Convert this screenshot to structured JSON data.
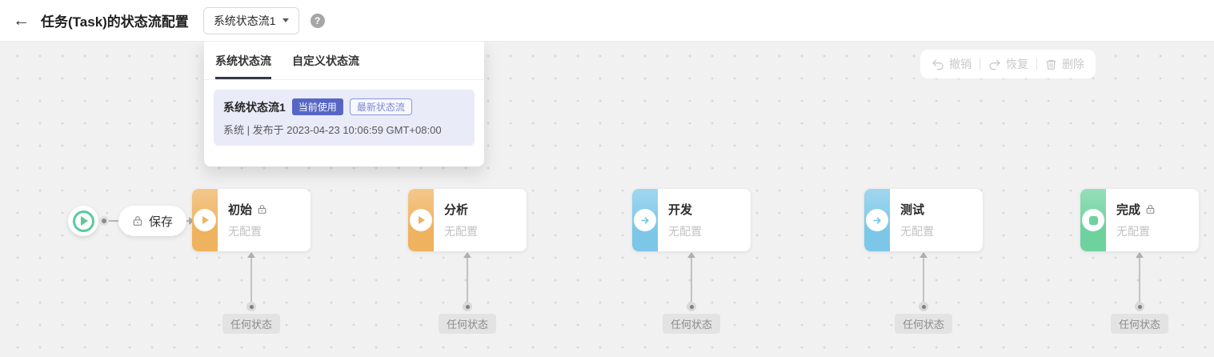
{
  "header": {
    "back_icon": "←",
    "title": "任务(Task)的状态流配置",
    "flow_selector_label": "系统状态流1",
    "help_icon": "?"
  },
  "dropdown": {
    "tabs": [
      {
        "label": "系统状态流",
        "active": true
      },
      {
        "label": "自定义状态流",
        "active": false
      }
    ],
    "item": {
      "name": "系统状态流1",
      "badge_current": "当前使用",
      "badge_latest": "最新状态流",
      "meta": "系统 | 发布于 2023-04-23 10:06:59 GMT+08:00"
    }
  },
  "toolbar": {
    "undo_label": "撤销",
    "redo_label": "恢复",
    "delete_label": "删除"
  },
  "flow": {
    "save_label": "保存",
    "any_state_label": "任何状态",
    "nodes": [
      {
        "title": "初始",
        "subtitle": "无配置",
        "locked": true,
        "icon": "play",
        "color": "#efb25e"
      },
      {
        "title": "分析",
        "subtitle": "无配置",
        "locked": false,
        "icon": "play",
        "color": "#efb25e"
      },
      {
        "title": "开发",
        "subtitle": "无配置",
        "locked": false,
        "icon": "arrow",
        "color": "#7cc7e8"
      },
      {
        "title": "测试",
        "subtitle": "无配置",
        "locked": false,
        "icon": "arrow",
        "color": "#7cc7e8"
      },
      {
        "title": "完成",
        "subtitle": "无配置",
        "locked": true,
        "icon": "stop",
        "color": "#6ed29f"
      }
    ]
  },
  "colors": {
    "badge_current_bg": "#5766c5",
    "badge_latest_text": "#7b87d6",
    "flow_card_bg": "#e9ebf9",
    "start_green": "#5bc99b",
    "canvas_bg": "#f1f1f2",
    "tab_underline": "#333a45"
  },
  "icons": {
    "back": "arrow-left",
    "chevron": "caret-down",
    "help": "question-mark-circle",
    "lock": "padlock",
    "undo": "curved-arrow-left",
    "redo": "curved-arrow-right",
    "delete": "trash-can",
    "start": "play-circle",
    "play": "play-triangle",
    "arrow": "arrow-right",
    "stop": "rounded-square"
  }
}
